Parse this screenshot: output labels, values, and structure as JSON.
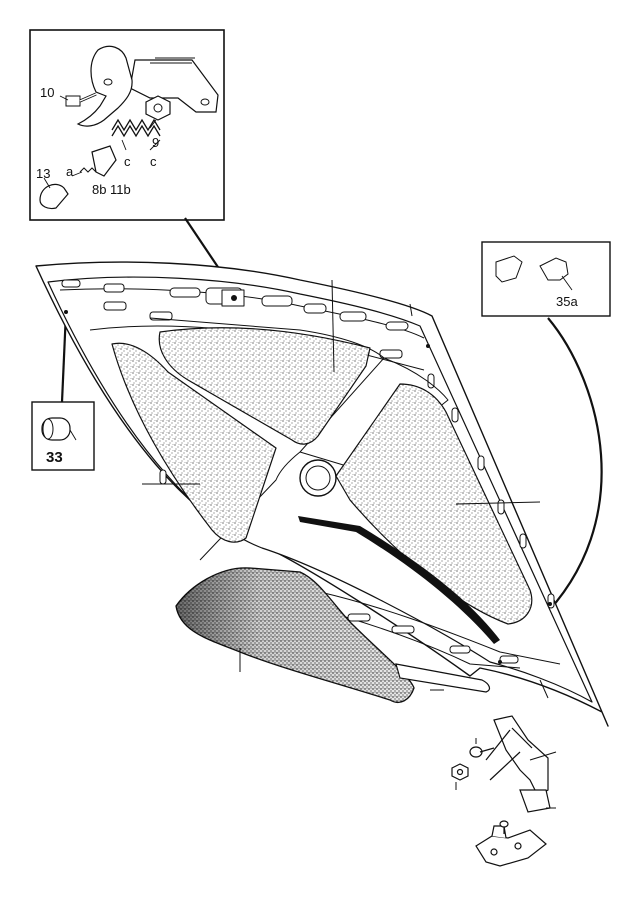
{
  "diagram": {
    "inset_top_labels": {
      "a": "10",
      "b": "9",
      "c": "c",
      "d": "c",
      "e": "13",
      "f": "a",
      "g": "8b",
      "h": "11b"
    },
    "inset_right_label": "35a",
    "inset_left_label": "33"
  }
}
